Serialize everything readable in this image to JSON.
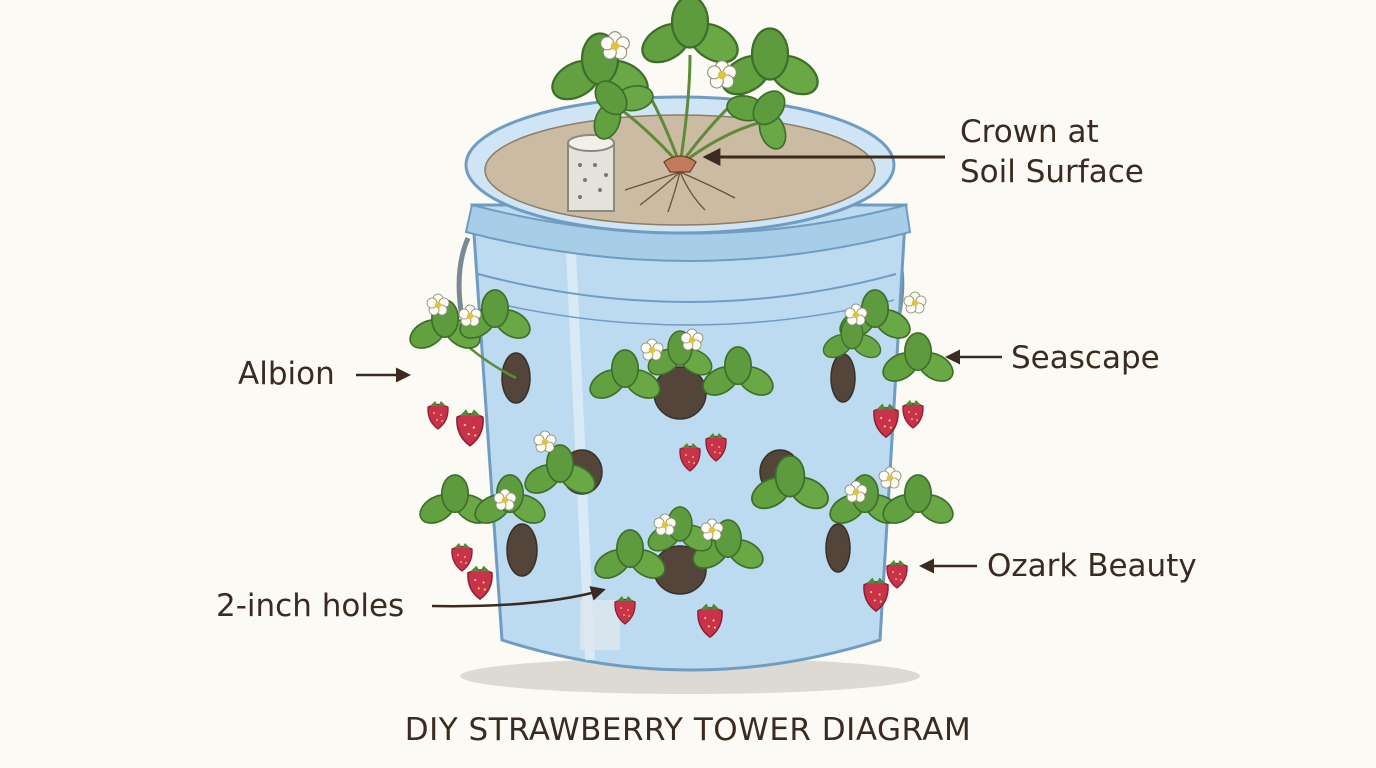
{
  "title": "DIY STRAWBERRY TOWER DIAGRAM",
  "labels": {
    "crown_line1": "Crown at",
    "crown_line2": "Soil Surface",
    "albion": "Albion",
    "seascape": "Seascape",
    "ozark": "Ozark Beauty",
    "holes": "2-inch holes"
  },
  "colors": {
    "bucket": "#b9d8ee",
    "bucket_edge": "#6f9cc0",
    "soil": "#cdbda6",
    "leaf": "#5e9a3e",
    "berry": "#c8324a",
    "text": "#3a2a20"
  }
}
